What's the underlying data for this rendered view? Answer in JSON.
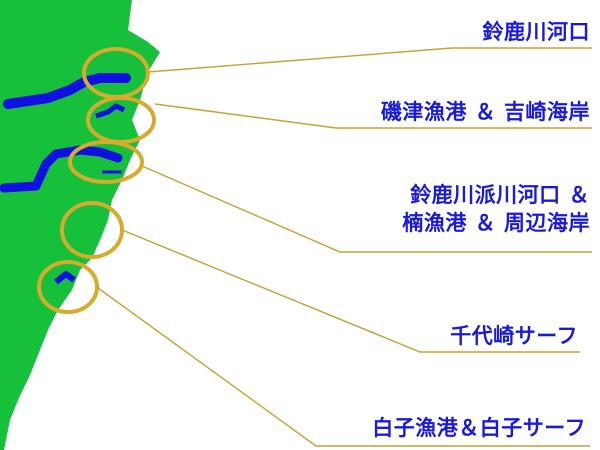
{
  "labels": {
    "suzuka_river_mouth": "鈴鹿川河口",
    "isozu_yoshizaki": "磯津漁港 ＆ 吉崎海岸",
    "suzuka_branch_line1": "鈴鹿川派川河口 ＆",
    "suzuka_branch_line2": "楠漁港 ＆ 周辺海岸",
    "chiyozaki": "千代崎サーフ",
    "shiroko": "白子漁港＆白子サーフ"
  },
  "colors": {
    "land": "#17c03a",
    "river": "#1010e0",
    "marker": "#d6ab2e",
    "leader": "#c9a035",
    "label": "#1a1adb"
  }
}
